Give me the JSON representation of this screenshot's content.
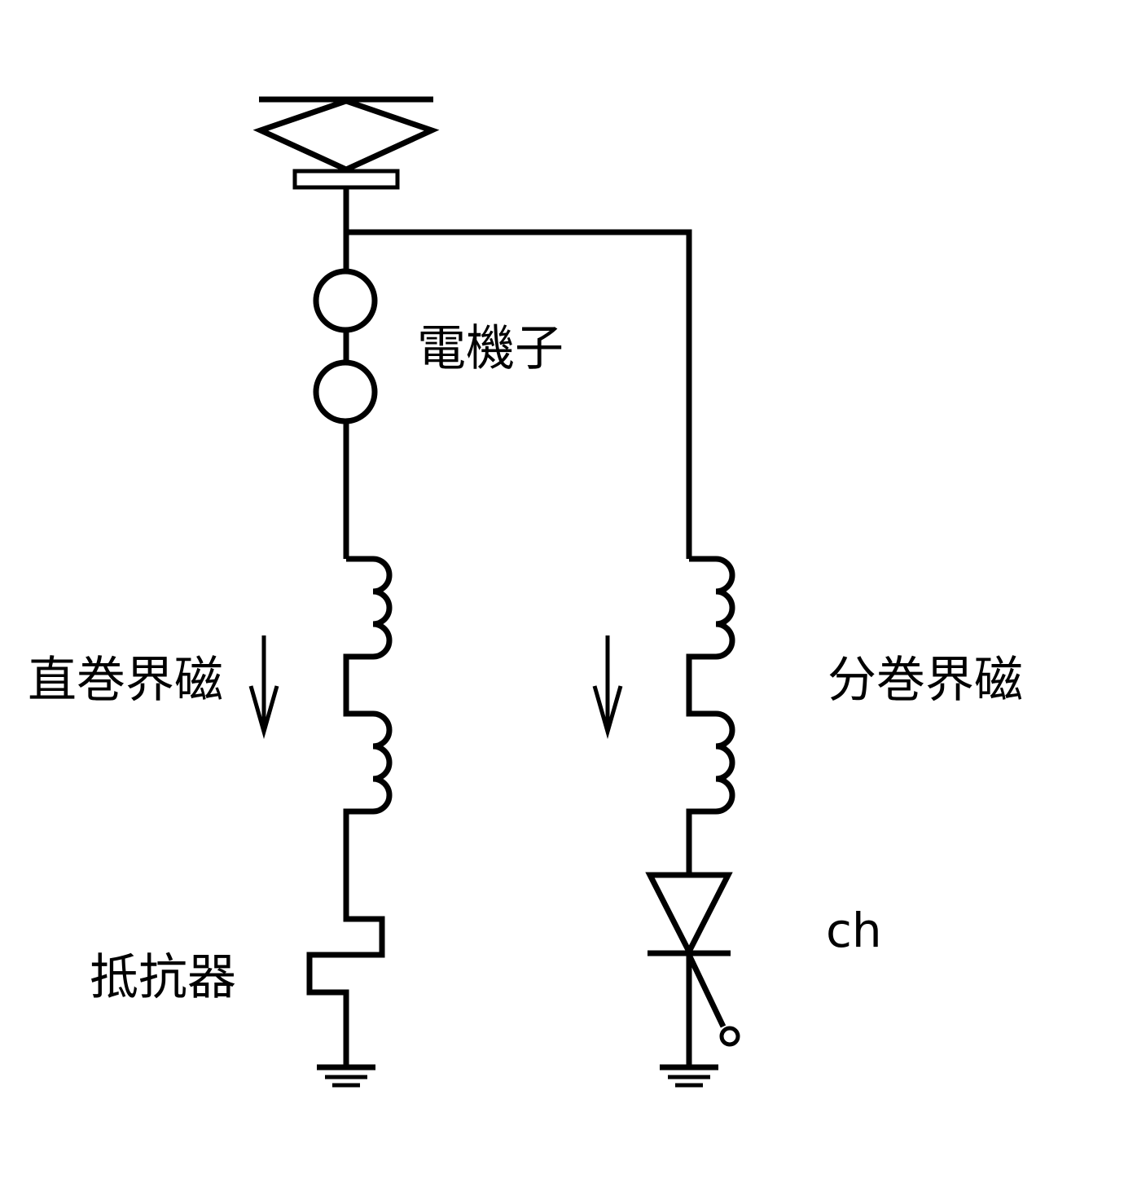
{
  "labels": {
    "armature": "電機子",
    "series_field": "直巻界磁",
    "shunt_field": "分巻界磁",
    "resistor": "抵抗器",
    "chopper": "ch"
  },
  "colors": {
    "line": "#000000",
    "background": "#ffffff"
  }
}
